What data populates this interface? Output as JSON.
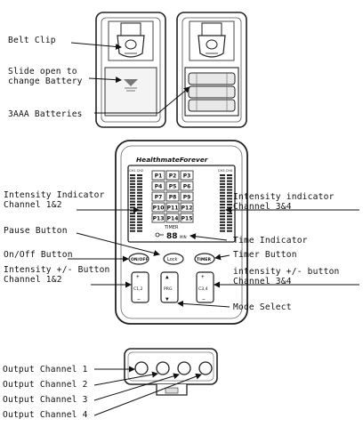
{
  "labels": {
    "belt_clip": "Belt Clip",
    "slide_open": "Slide open to\nchange Battery",
    "batteries": "3AAA Batteries",
    "intensity_ch12": "Intensity Indicator\nChannel 1&2",
    "intensity_ch34": "Intensity indicator\nChannel 3&4",
    "pause_button": "Pause Button",
    "time_indicator": "Time Indicator",
    "onoff_button": "On/Off Button",
    "timer_button": "Timer Button",
    "intensity_btn_12": "Intensity +/- Button\nChannel 1&2",
    "intensity_btn_34": "intensity +/- button\nChannel 3&4",
    "mode_select": "Mode Select",
    "output_1": "Output Channel 1",
    "output_2": "Output Channel 2",
    "output_3": "Output Channel 3",
    "output_4": "Output Channel 4"
  },
  "device": {
    "brand": "HealthmateForever",
    "ch_left": "CH1 CH2",
    "ch_right": "CH3 CH4",
    "programs": [
      "P1",
      "P2",
      "P3",
      "P4",
      "P5",
      "P6",
      "P7",
      "P8",
      "P9",
      "P10",
      "P11",
      "P12",
      "P13",
      "P14",
      "P15"
    ],
    "timer_label": "TIMER",
    "time_digits": "88",
    "time_unit": "MIN",
    "btn_onoff": "ON/OFF",
    "btn_lock": "Lock",
    "btn_timer": "TIMER",
    "btn_c12": "C1,2",
    "btn_prg": "PRG",
    "btn_c34": "C3,4"
  }
}
